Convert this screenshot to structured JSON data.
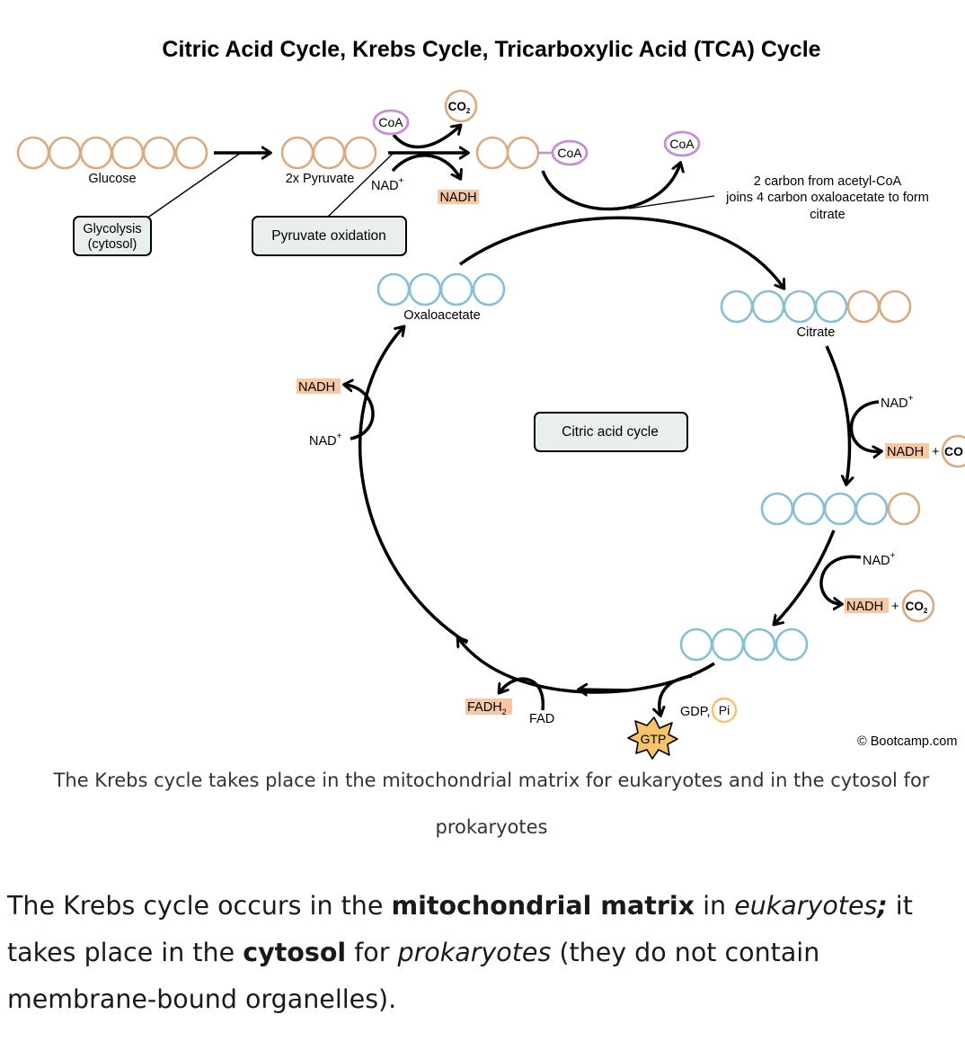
{
  "figure": {
    "title": "Citric Acid Cycle, Krebs Cycle, Tricarboxylic Acid (TCA) Cycle",
    "glucose_label": "Glucose",
    "pyruvate_label": "2x Pyruvate",
    "glycolysis_label_line1": "Glycolysis",
    "glycolysis_label_line2": "(cytosol)",
    "pyruvate_oxidation_label": "Pyruvate oxidation",
    "coa": "CoA",
    "co2": "CO",
    "co2_sub": "2",
    "co2_truncated": "CO",
    "nad": "NAD",
    "nad_sup": "+",
    "nadh": "NADH",
    "plus": "+",
    "acetyl_note": [
      "2 carbon from acetyl-CoA",
      "joins 4 carbon oxaloacetate to form",
      "citrate"
    ],
    "oxaloacetate_label": "Oxaloacetate",
    "citrate_label": "Citrate",
    "center_label": "Citric acid cycle",
    "fadh": "FADH",
    "fadh_sub": "2",
    "fad": "FAD",
    "gdp": "GDP,",
    "pi": "Pi",
    "gtp": "GTP",
    "copyright": "© Bootcamp.com"
  },
  "colors": {
    "tan": "#d9ab83",
    "blue": "#87bfd4",
    "purple": "#c690d3",
    "highlight": "#f8c8a4",
    "box_fill": "#e9efec",
    "star": "#f4c36c"
  },
  "caption": {
    "line1": "The Krebs cycle takes place in the mitochondrial matrix for eukaryotes and in the cytosol for",
    "line2": "prokaryotes"
  },
  "paragraph": {
    "part1": "The Krebs cycle occurs in the ",
    "bold1": "mitochondrial matrix",
    "part2": " in ",
    "italic1": "eukaryotes",
    "bolditalic": ";",
    "part3": " it takes place in the ",
    "bold2": "cytosol",
    "part4": " for ",
    "italic2": "prokaryotes",
    "part5": " (they do not contain membrane-bound organelles)."
  }
}
